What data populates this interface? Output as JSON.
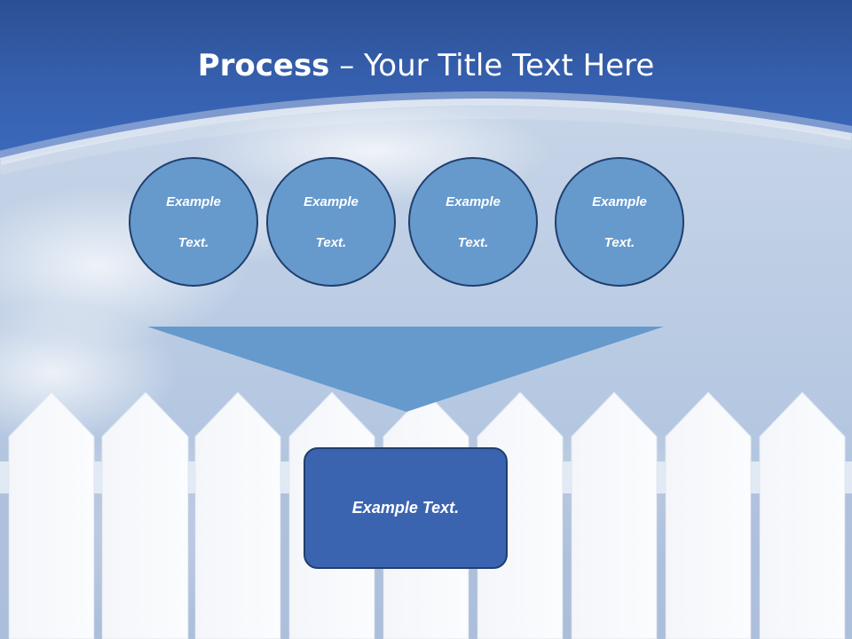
{
  "title": {
    "bold": "Process",
    "rest": " – Your Title Text Here"
  },
  "steps": [
    {
      "line1": "Example",
      "line2": "Text."
    },
    {
      "line1": "Example",
      "line2": "Text."
    },
    {
      "line1": "Example",
      "line2": "Text."
    },
    {
      "line1": "Example",
      "line2": "Text."
    }
  ],
  "result": {
    "label": "Example Text."
  },
  "colors": {
    "header_blue": "#3a66b8",
    "circle_fill": "#6699cc",
    "circle_border": "#1f3f6e",
    "funnel_fill": "#6699cc",
    "box_fill": "#3b64b0",
    "text": "#ffffff"
  }
}
